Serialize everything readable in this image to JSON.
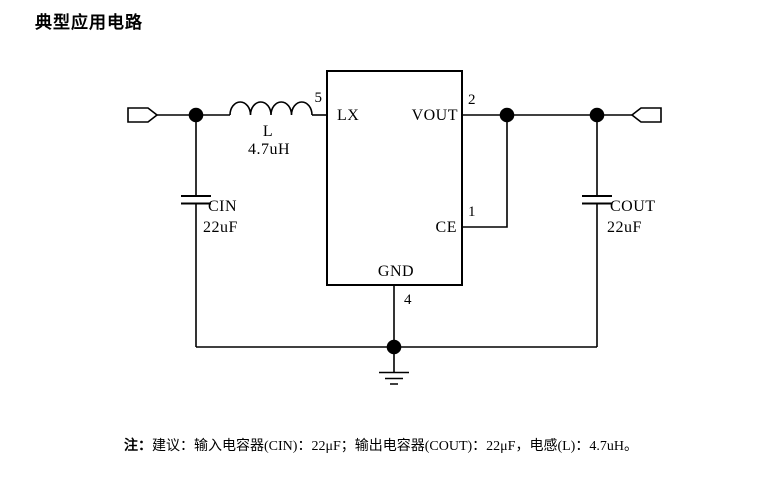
{
  "title": "典型应用电路",
  "ic": {
    "pin_lx_label": "LX",
    "pin_lx_number": "5",
    "pin_vout_label": "VOUT",
    "pin_vout_number": "2",
    "pin_ce_label": "CE",
    "pin_ce_number": "1",
    "pin_gnd_label": "GND",
    "pin_gnd_number": "4"
  },
  "components": {
    "inductor_name": "L",
    "inductor_value": "4.7uH",
    "input_capacitor_name": "CIN",
    "input_capacitor_value": "22uF",
    "output_capacitor_name": "COUT",
    "output_capacitor_value": "22uF"
  },
  "note": {
    "prefix": "注：",
    "body": "建议：输入电容器(CIN)：22μF；输出电容器(COUT)：22μF，电感(L)：4.7uH。"
  },
  "colors": {
    "line": "#000000",
    "text": "#000000",
    "background": "#ffffff"
  }
}
